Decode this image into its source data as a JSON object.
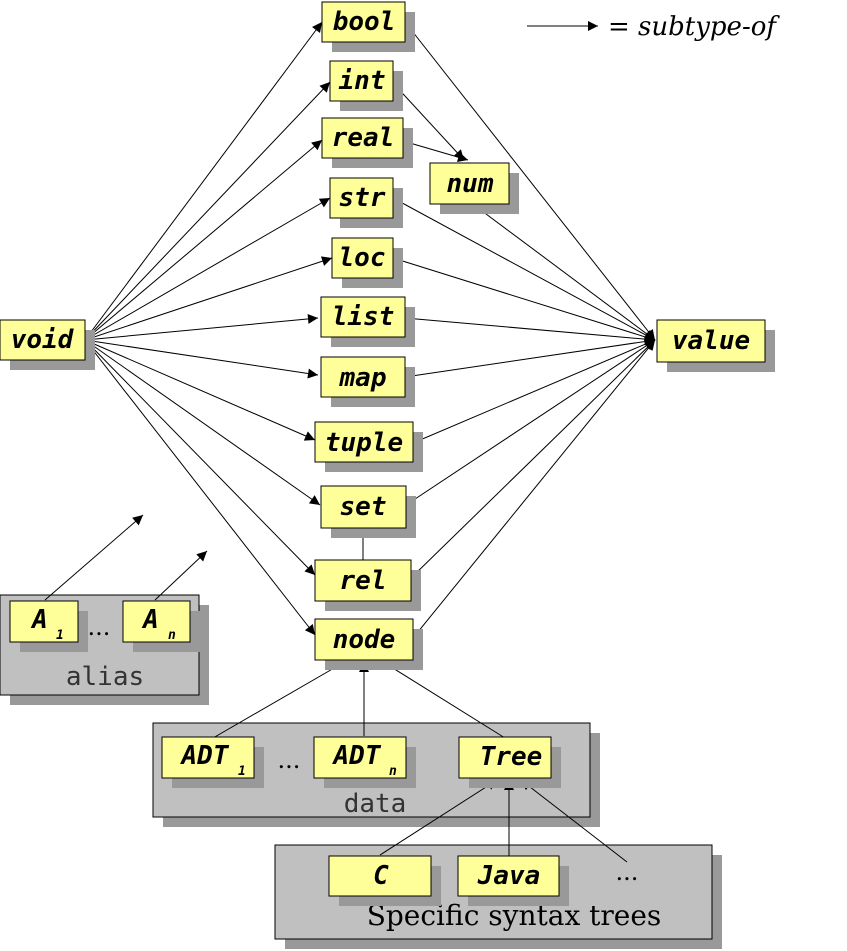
{
  "legend": {
    "text": "= subtype-of"
  },
  "types": {
    "bool": "bool",
    "int": "int",
    "real": "real",
    "num": "num",
    "str": "str",
    "loc": "loc",
    "void": "void",
    "list": "list",
    "value": "value",
    "map": "map",
    "tuple": "tuple",
    "set": "set",
    "rel": "rel",
    "node": "node",
    "a1": "A",
    "a1_sub": "1",
    "an": "A",
    "an_sub": "n",
    "adt1": "ADT",
    "adt1_sub": "1",
    "adtn": "ADT",
    "adtn_sub": "n",
    "tree": "Tree",
    "c": "C",
    "java": "Java"
  },
  "groups": {
    "alias_label": "alias",
    "alias_ellipsis": "...",
    "data_label": "data",
    "data_ellipsis": "...",
    "syntax_label": "Specific syntax trees",
    "syntax_ellipsis": "..."
  }
}
